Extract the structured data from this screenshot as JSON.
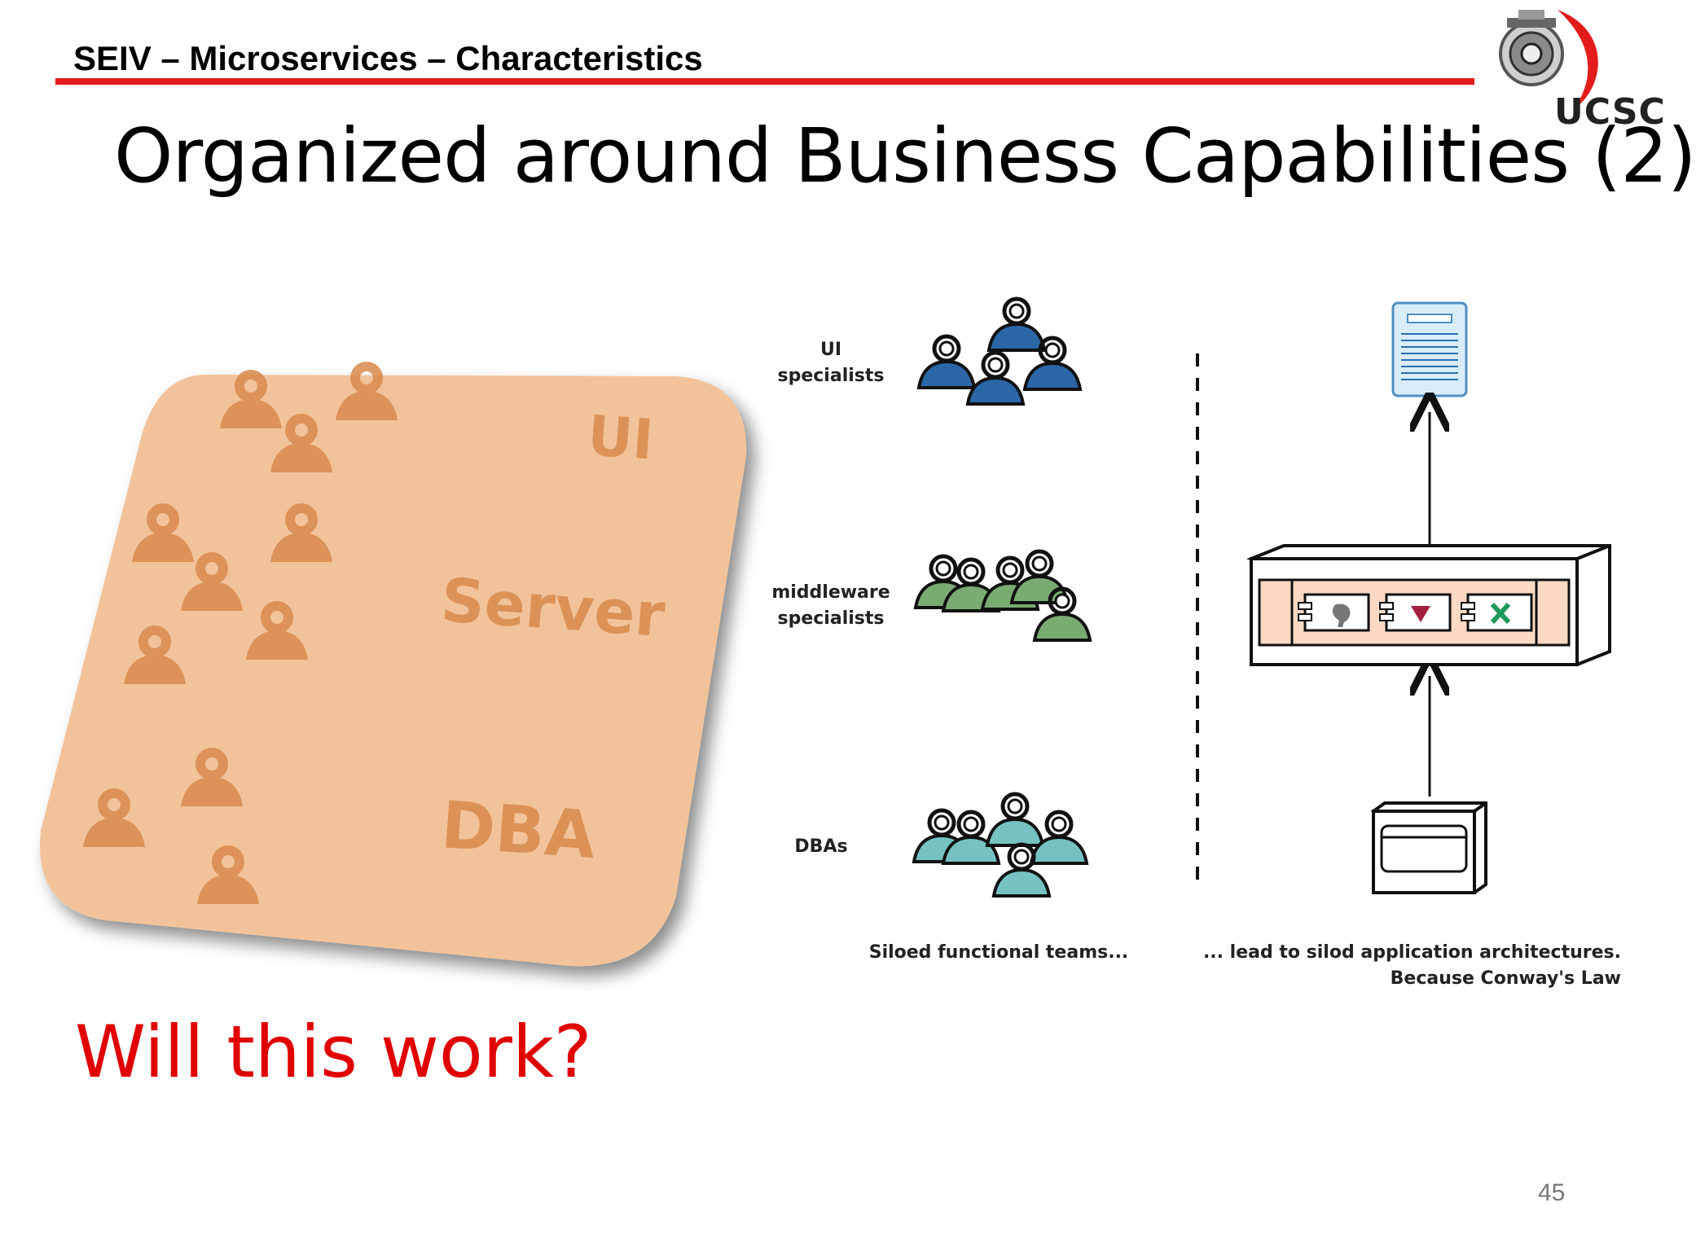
{
  "header": {
    "course_title": "SEIV – Microservices – Characteristics",
    "logo_text": "UCSC"
  },
  "slide": {
    "title": "Organized around Business Capabilities (2)",
    "question": "Will this work?",
    "page_number": "45"
  },
  "team_card": {
    "layers": [
      "UI",
      "Server",
      "DBA"
    ]
  },
  "diagram": {
    "groups": [
      {
        "label_line1": "UI",
        "label_line2": "specialists",
        "color": "#2b66a6"
      },
      {
        "label_line1": "middleware",
        "label_line2": "specialists",
        "color": "#7aab72"
      },
      {
        "label_line1": "DBAs",
        "label_line2": "",
        "color": "#76c2c2"
      }
    ],
    "caption_left": "Siloed functional teams...",
    "caption_right_line1": "... lead to silod application architectures.",
    "caption_right_line2": "Because Conway's Law"
  },
  "colors": {
    "accent_red": "#e31b1b",
    "question_red": "#e00000",
    "card_fill": "#f2c39b",
    "card_people": "#d98a4c"
  }
}
